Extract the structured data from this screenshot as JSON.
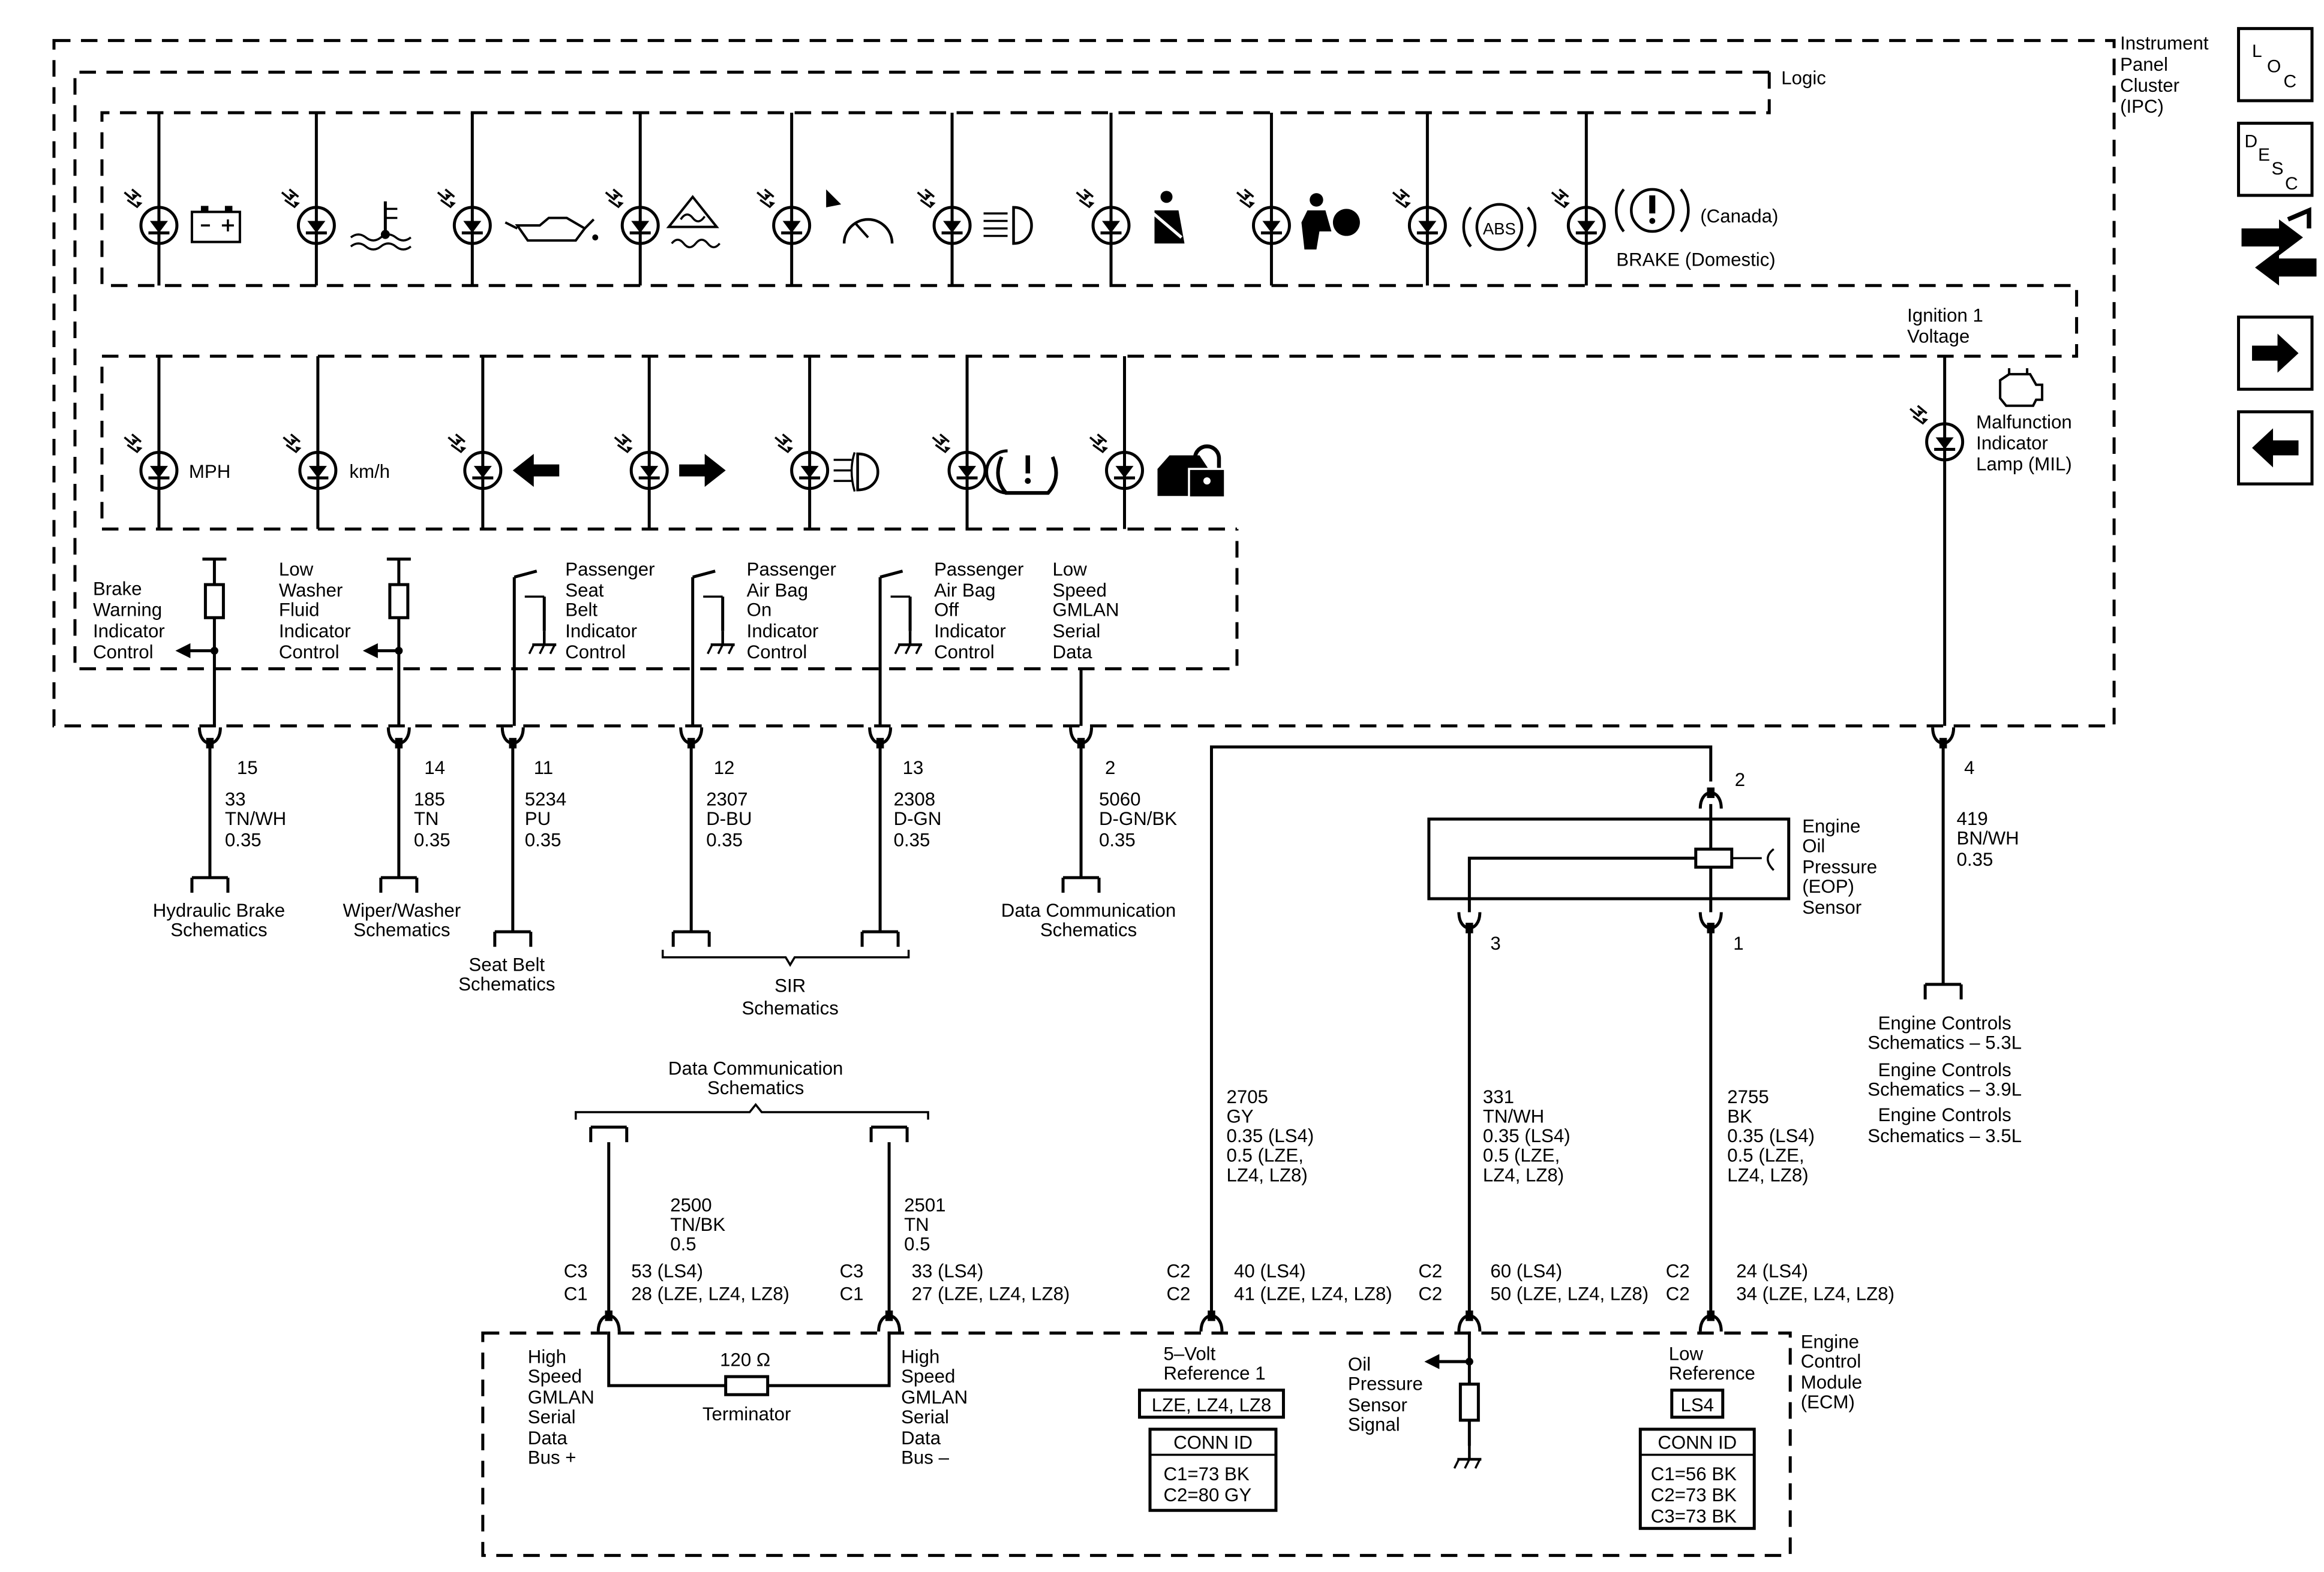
{
  "ipc": {
    "title": [
      "Instrument",
      "Panel",
      "Cluster",
      "(IPC)"
    ],
    "logic": "Logic",
    "ignition": [
      "Ignition 1",
      "Voltage"
    ],
    "canada": "(Canada)",
    "brake_domestic": "BRAKE (Domestic)",
    "abs": "ABS",
    "mph": "MPH",
    "kmh": "km/h",
    "mil": [
      "Malfunction",
      "Indicator",
      "Lamp (MIL)"
    ],
    "brake_warning": [
      "Brake",
      "Warning",
      "Indicator",
      "Control"
    ],
    "washer_fluid": [
      "Low",
      "Washer",
      "Fluid",
      "Indicator",
      "Control"
    ],
    "pass_seat_belt": [
      "Passenger",
      "Seat",
      "Belt",
      "Indicator",
      "Control"
    ],
    "airbag_on": [
      "Passenger",
      "Air Bag",
      "On",
      "Indicator",
      "Control"
    ],
    "airbag_off": [
      "Passenger",
      "Air Bag",
      "Off",
      "Indicator",
      "Control"
    ],
    "gmlan_low": [
      "Low",
      "Speed",
      "GMLAN",
      "Serial",
      "Data"
    ]
  },
  "icons": [
    "battery-icon",
    "coolant-temp-icon",
    "oil-pressure-icon",
    "traction-control-icon",
    "cruise-icon",
    "high-beam-icon",
    "seat-belt-icon",
    "airbag-icon",
    "abs-icon",
    "brake-icon",
    "left-turn-icon",
    "right-turn-icon",
    "fog-lamp-icon",
    "tire-pressure-icon",
    "security-icon",
    "engine-icon"
  ],
  "connectors": {
    "c15": {
      "pin": "15",
      "wire": [
        "33",
        "TN/WH",
        "0.35"
      ]
    },
    "c14": {
      "pin": "14",
      "wire": [
        "185",
        "TN",
        "0.35"
      ]
    },
    "c11": {
      "pin": "11",
      "wire": [
        "5234",
        "PU",
        "0.35"
      ]
    },
    "c12": {
      "pin": "12",
      "wire": [
        "2307",
        "D-BU",
        "0.35"
      ]
    },
    "c13": {
      "pin": "13",
      "wire": [
        "2308",
        "D-GN",
        "0.35"
      ]
    },
    "c2": {
      "pin": "2",
      "wire": [
        "5060",
        "D-GN/BK",
        "0.35"
      ]
    },
    "c4": {
      "pin": "4",
      "wire": [
        "419",
        "BN/WH",
        "0.35"
      ]
    }
  },
  "destinations": {
    "hydraulic": [
      "Hydraulic Brake",
      "Schematics"
    ],
    "wiper": [
      "Wiper/Washer",
      "Schematics"
    ],
    "seatbelt": [
      "Seat Belt",
      "Schematics"
    ],
    "sir": [
      "SIR",
      "Schematics"
    ],
    "datacomm": [
      "Data Communication",
      "Schematics"
    ],
    "engine_controls": [
      "Engine Controls",
      "Schematics – 5.3L",
      "Engine Controls",
      "Schematics – 3.9L",
      "Engine Controls",
      "Schematics – 3.5L"
    ],
    "datacomm2": [
      "Data Communication",
      "Schematics"
    ]
  },
  "eop": {
    "label": [
      "Engine",
      "Oil",
      "Pressure",
      "(EOP)",
      "Sensor"
    ],
    "pin_top": "2",
    "pin_left": "3",
    "pin_right": "1"
  },
  "wires_ecm": {
    "w2705": [
      "2705",
      "GY",
      "0.35 (LS4)",
      "0.5 (LZE,",
      "LZ4, LZ8)"
    ],
    "w331": [
      "331",
      "TN/WH",
      "0.35 (LS4)",
      "0.5 (LZE,",
      "LZ4, LZ8)"
    ],
    "w2755": [
      "2755",
      "BK",
      "0.35 (LS4)",
      "0.5 (LZE,",
      "LZ4, LZ8)"
    ],
    "w2500": [
      "2500",
      "TN/BK",
      "0.5"
    ],
    "w2501": [
      "2501",
      "TN",
      "0.5"
    ]
  },
  "ecm_pins": {
    "p53": {
      "conn": [
        "C3",
        "C1"
      ],
      "pins": [
        "53 (LS4)",
        "28 (LZE, LZ4, LZ8)"
      ]
    },
    "p33": {
      "conn": [
        "C3",
        "C1"
      ],
      "pins": [
        "33 (LS4)",
        "27 (LZE, LZ4, LZ8)"
      ]
    },
    "p40": {
      "conn": [
        "C2",
        "C2"
      ],
      "pins": [
        "40 (LS4)",
        "41 (LZE, LZ4, LZ8)"
      ]
    },
    "p60": {
      "conn": [
        "C2",
        "C2"
      ],
      "pins": [
        "60 (LS4)",
        "50 (LZE, LZ4, LZ8)"
      ]
    },
    "p24": {
      "conn": [
        "C2",
        "C2"
      ],
      "pins": [
        "24 (LS4)",
        "34 (LZE, LZ4, LZ8)"
      ]
    }
  },
  "ecm": {
    "title": [
      "Engine",
      "Control",
      "Module",
      "(ECM)"
    ],
    "hs_plus": [
      "High",
      "Speed",
      "GMLAN",
      "Serial",
      "Data",
      "Bus +"
    ],
    "hs_minus": [
      "High",
      "Speed",
      "GMLAN",
      "Serial",
      "Data",
      "Bus –"
    ],
    "terminator_value": "120 Ω",
    "terminator": "Terminator",
    "ref5v": [
      "5–Volt",
      "Reference 1"
    ],
    "ref5v_models": "LZE, LZ4, LZ8",
    "oil_signal": [
      "Oil",
      "Pressure",
      "Sensor",
      "Signal"
    ],
    "low_ref": [
      "Low",
      "Reference"
    ],
    "low_ref_model": "LS4",
    "conn_id_left": {
      "title": "CONN ID",
      "lines": [
        "C1=73 BK",
        "C2=80 GY"
      ]
    },
    "conn_id_right": {
      "title": "CONN ID",
      "lines": [
        "C1=56 BK",
        "C2=73 BK",
        "C3=73 BK"
      ]
    }
  },
  "nav": {
    "loc": [
      "L",
      "O",
      "C"
    ],
    "desc": [
      "D",
      "E",
      "S",
      "C"
    ]
  }
}
